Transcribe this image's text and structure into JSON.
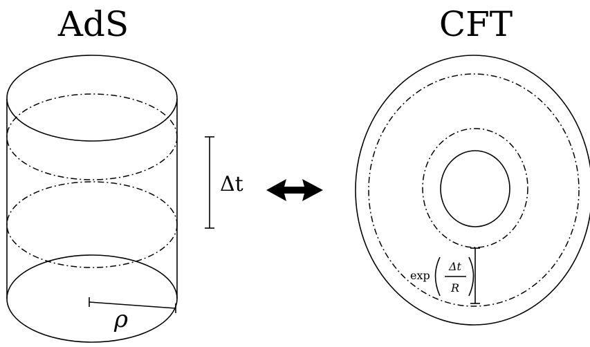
{
  "left_panel": {
    "title": "AdS",
    "interval_label": "Δt",
    "radius_label": "ρ"
  },
  "right_panel": {
    "title": "CFT",
    "scale_label": {
      "func": "exp",
      "numerator": "Δt",
      "denominator": "R"
    }
  },
  "arrow": {
    "direction": "bidirectional"
  }
}
